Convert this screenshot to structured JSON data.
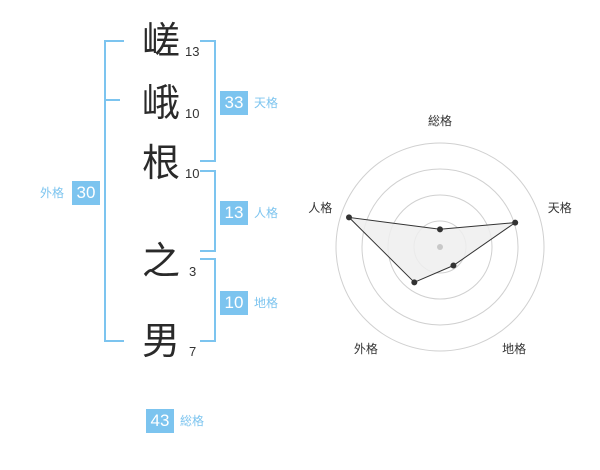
{
  "name": {
    "chars": [
      {
        "char": "嵯",
        "strokes": "13"
      },
      {
        "char": "峨",
        "strokes": "10"
      },
      {
        "char": "根",
        "strokes": "10"
      },
      {
        "char": "之",
        "strokes": "3"
      },
      {
        "char": "男",
        "strokes": "7"
      }
    ]
  },
  "fortunes": {
    "tenkaku": {
      "value": "33",
      "label": "天格"
    },
    "jinkaku": {
      "value": "13",
      "label": "人格"
    },
    "chikaku": {
      "value": "10",
      "label": "地格"
    },
    "gaikaku": {
      "value": "30",
      "label": "外格"
    },
    "soukaku": {
      "value": "43",
      "label": "総格"
    }
  },
  "colors": {
    "accent": "#7cc4ef",
    "grid": "#d0d0d0",
    "polygon_fill": "#eeeeee"
  },
  "chart_data": {
    "type": "radar",
    "axes": [
      "総格",
      "天格",
      "地格",
      "外格",
      "人格"
    ],
    "values": [
      0.17,
      0.76,
      0.22,
      0.42,
      0.92
    ],
    "rings": 4
  }
}
